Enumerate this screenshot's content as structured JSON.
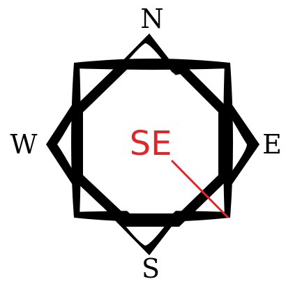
{
  "compass": {
    "labels": {
      "north": "N",
      "east": "E",
      "south": "S",
      "west": "W"
    },
    "pointer": {
      "direction_label": "SE",
      "heading_degrees": 135
    }
  },
  "colors": {
    "compass_ink": "#000000",
    "pointer": "#e3252b",
    "background": "#ffffff"
  }
}
